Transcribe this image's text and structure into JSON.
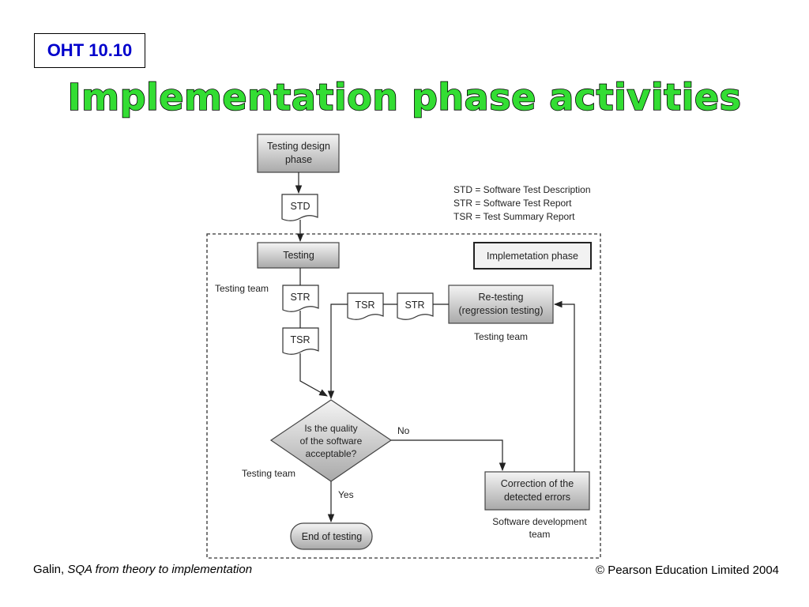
{
  "slide_label": "OHT 10.10",
  "title": "Implementation phase activities",
  "legend": [
    "STD = Software Test Description",
    "STR = Software Test Report",
    "TSR = Test Summary Report"
  ],
  "nodes": {
    "testing_design": [
      "Testing design",
      "phase"
    ],
    "std_doc": "STD",
    "testing": "Testing",
    "impl_phase": "Implemetation phase",
    "str_doc": "STR",
    "tsr_doc": "TSR",
    "retest_tsr": "TSR",
    "retest_str": "STR",
    "retesting": [
      "Re-testing",
      "(regression testing)"
    ],
    "decision": [
      "Is the quality",
      "of the software",
      "acceptable?"
    ],
    "correction": [
      "Correction of the",
      "detected errors"
    ],
    "end": "End of testing"
  },
  "labels": {
    "testing_team_1": "Testing team",
    "testing_team_2": "Testing team",
    "testing_team_3": "Testing team",
    "software_dev_team": [
      "Software development",
      "team"
    ],
    "no": "No",
    "yes": "Yes"
  },
  "footer": {
    "author": "Galin,",
    "book": "SQA from theory to implementation",
    "copyright": "© Pearson Education Limited 2004"
  }
}
